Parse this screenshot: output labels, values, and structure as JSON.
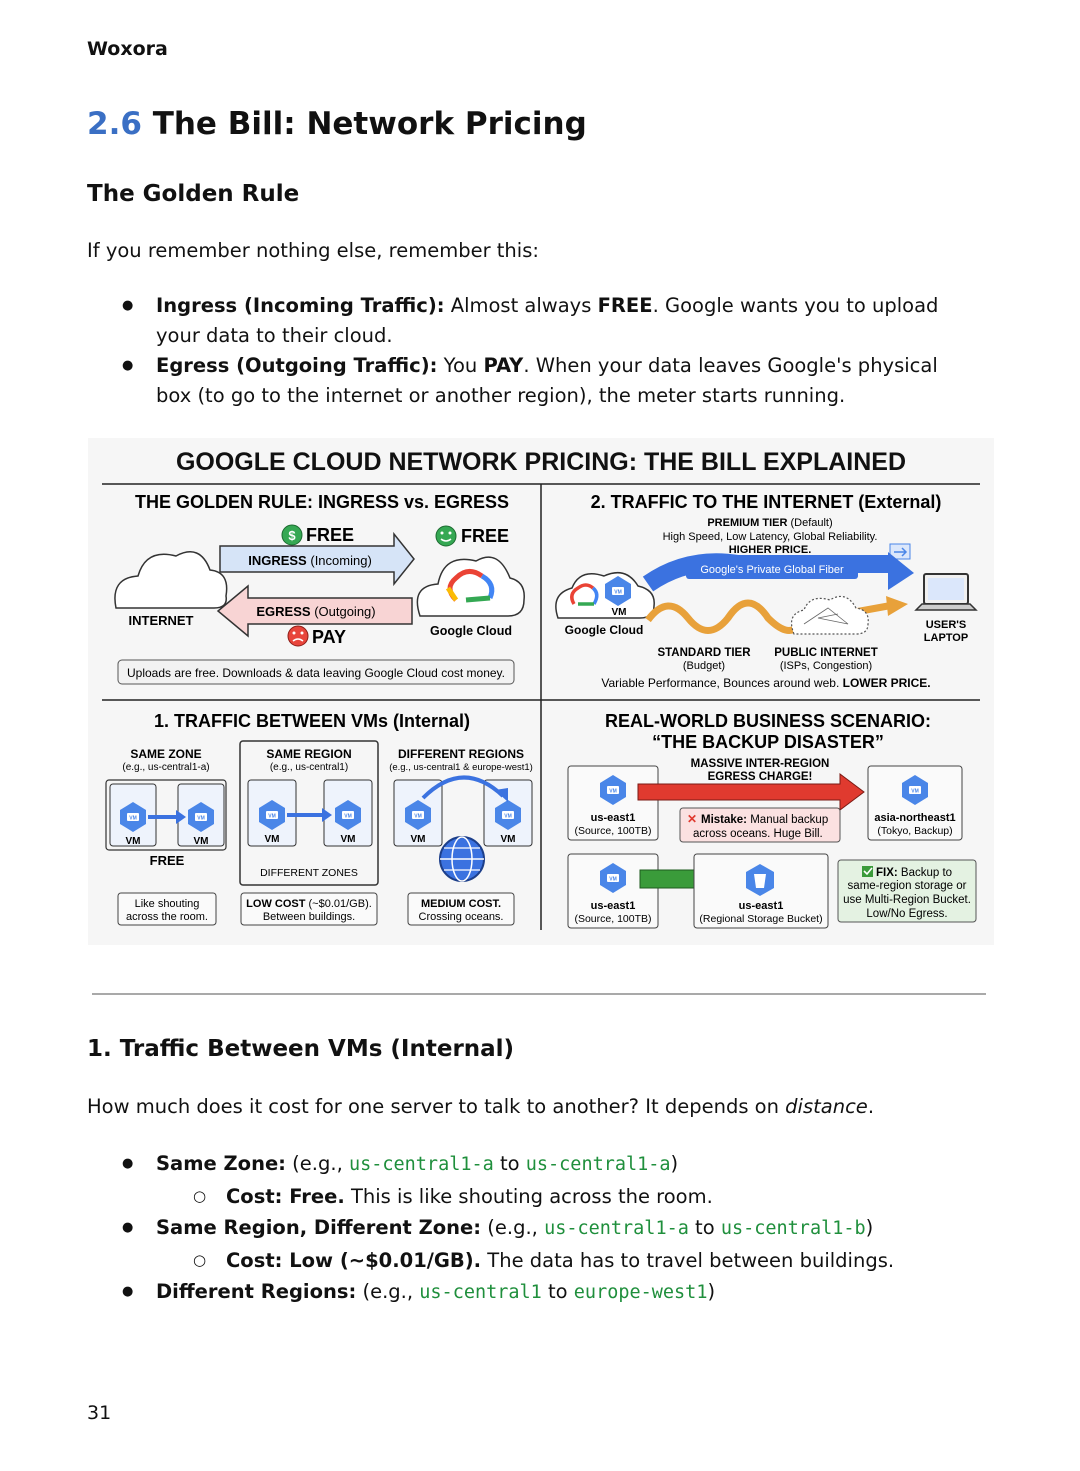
{
  "header": {
    "brand": "Woxora"
  },
  "section": {
    "number": "2.6",
    "title": "The Bill: Network Pricing"
  },
  "golden_rule": {
    "heading": "The Golden Rule",
    "intro": "If you remember nothing else, remember this:",
    "ingress": {
      "label": "Ingress (Incoming Traffic):",
      "t1": " Almost always ",
      "strong": "FREE",
      "t2": ". Google wants you to upload",
      "t3": "your data to their cloud."
    },
    "egress": {
      "label": "Egress (Outgoing Traffic):",
      "t1": " You ",
      "strong": "PAY",
      "t2": ". When your data leaves Google's physical",
      "t3": "box (to go to the internet or another region), the meter starts running."
    }
  },
  "figure": {
    "title": "GOOGLE CLOUD NETWORK PRICING: THE BILL EXPLAINED",
    "q1": {
      "title": "THE GOLDEN RULE: INGRESS vs. EGRESS",
      "free": "FREE",
      "free2": "FREE",
      "ingress": "INGRESS",
      "ingress_sub": "(Incoming)",
      "egress": "EGRESS",
      "egress_sub": "(Outgoing)",
      "pay": "PAY",
      "internet": "INTERNET",
      "google_cloud": "Google Cloud",
      "note": "Uploads are free. Downloads & data leaving Google Cloud cost money."
    },
    "q2": {
      "title": "2. TRAFFIC TO THE INTERNET (External)",
      "premium": "PREMIUM TIER",
      "premium_default": "(Default)",
      "premium_desc": "High Speed, Low Latency, Global Reliability.",
      "higher_price": "HIGHER PRICE.",
      "fiber": "Google's Private Global Fiber",
      "vm": "VM",
      "google_cloud": "Google Cloud",
      "standard": "STANDARD TIER",
      "standard_sub": "(Budget)",
      "public": "PUBLIC INTERNET",
      "public_sub": "(ISPs, Congestion)",
      "users": "USER'S",
      "laptop": "LAPTOP",
      "variable": "Variable Performance, Bounces around web.",
      "lower_price": "LOWER PRICE."
    },
    "q3": {
      "title": "1. TRAFFIC BETWEEN VMs (Internal)",
      "same_zone": "SAME ZONE",
      "same_zone_eg": "(e.g., us-central1-a)",
      "same_region": "SAME REGION",
      "same_region_eg": "(e.g., us-central1)",
      "diff_regions": "DIFFERENT REGIONS",
      "diff_regions_eg": "(e.g., us-central1 & europe-west1)",
      "vm": "VM",
      "free": "FREE",
      "diff_zones": "DIFFERENT ZONES",
      "shout_1": "Like shouting",
      "shout_2": "across the room.",
      "low_cost": "LOW COST",
      "low_cost_val": "(~$0.01/GB).",
      "low_cost_2": "Between buildings.",
      "medium_cost": "MEDIUM COST.",
      "medium_cost_2": "Crossing oceans."
    },
    "q4": {
      "title_1": "REAL-WORLD BUSINESS SCENARIO:",
      "title_2": "“THE BACKUP DISASTER”",
      "massive_1": "MASSIVE INTER-REGION",
      "massive_2": "EGRESS CHARGE!",
      "us_east1": "us-east1",
      "source": "(Source, 100TB)",
      "asia": "asia-northeast1",
      "tokyo": "(Tokyo, Backup)",
      "mistake": "Mistake:",
      "mistake_1": " Manual backup",
      "mistake_2": "across oceans. Huge Bill.",
      "bucket": "(Regional Storage Bucket)",
      "fix": "FIX:",
      "fix_1": " Backup to",
      "fix_2": "same-region storage or",
      "fix_3": "use Multi-Region Bucket.",
      "fix_4": "Low/No Egress.",
      "vm": "VM"
    },
    "colors": {
      "blue_arrow": "#3b72e0",
      "red_arrow": "#e03a2f",
      "green_arrow": "#3a9b3a",
      "ingress_fill": "#d6e4f7",
      "egress_fill": "#f8d4d4",
      "vm_blue": "#4a86e8"
    }
  },
  "section1": {
    "heading": "1. Traffic Between VMs (Internal)",
    "intro_1": "How much does it cost for one server to talk to another? It depends on ",
    "intro_em": "distance",
    "intro_2": ".",
    "same_zone": {
      "label": "Same Zone:",
      "eg": " (e.g., ",
      "a": "us-central1-a",
      "to": " to ",
      "b": "us-central1-a",
      "close": ")",
      "cost_label": "Cost: Free.",
      "cost_text": " This is like shouting across the room."
    },
    "same_region": {
      "label": "Same Region, Different Zone:",
      "eg": " (e.g., ",
      "a": "us-central1-a",
      "to": " to ",
      "b": "us-central1-b",
      "close": ")",
      "cost_label": "Cost: Low (~$0.01/GB).",
      "cost_text": " The data has to travel between buildings."
    },
    "diff_regions": {
      "label": "Different Regions:",
      "eg": " (e.g., ",
      "a": "us-central1",
      "to": " to ",
      "b": "europe-west1",
      "close": ")"
    }
  },
  "footer": {
    "page_number": "31"
  }
}
